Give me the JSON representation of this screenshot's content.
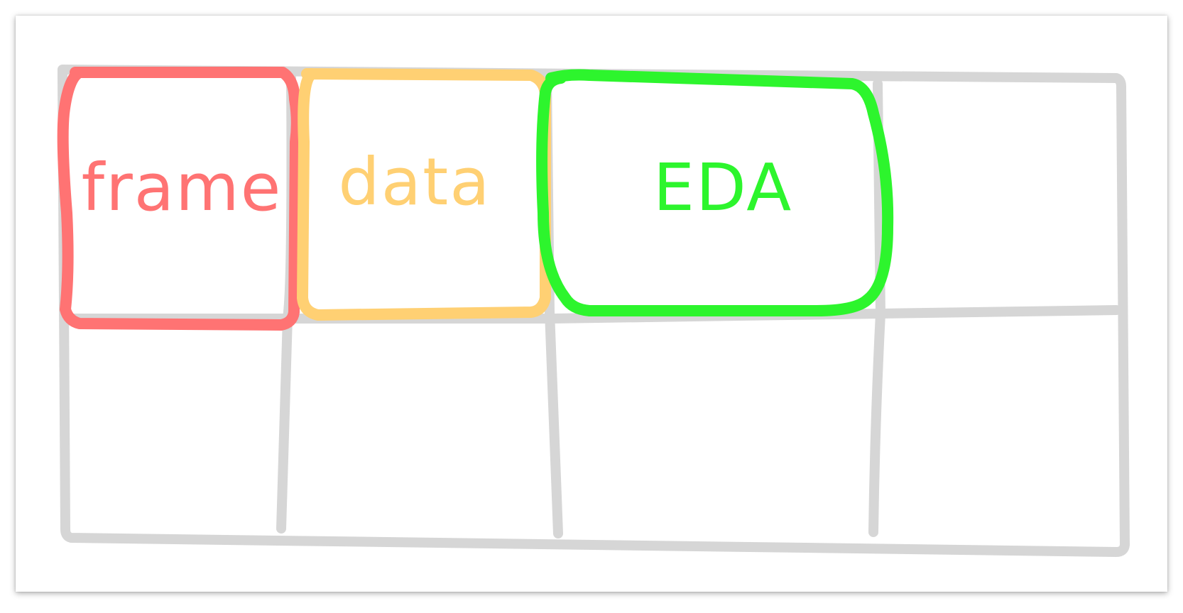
{
  "grid": {
    "stroke_color": "#d6d6d6",
    "rows": 2,
    "columns": 4
  },
  "boxes": [
    {
      "label": "frame",
      "color": "#ff7373"
    },
    {
      "label": "data",
      "color": "#ffd073"
    },
    {
      "label": "EDA",
      "color": "#2df52d"
    }
  ]
}
